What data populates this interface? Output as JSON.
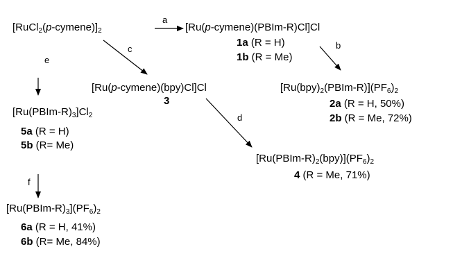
{
  "compounds": {
    "start": {
      "pre": "[RuCl",
      "sub1": "2",
      "mid": "(",
      "ital": "p",
      "post": "-cymene)]",
      "sub2": "2"
    },
    "c1": {
      "pre": "[Ru(",
      "ital": "p",
      "post": "-cymene)(PBIm-R)Cl]Cl"
    },
    "c1a": {
      "num": "1a",
      "desc": " (R = H)"
    },
    "c1b": {
      "num": "1b",
      "desc": " (R = Me)"
    },
    "c3": {
      "pre": "[Ru(",
      "ital": "p",
      "post": "-cymene)(bpy)Cl]Cl"
    },
    "c3num": "3",
    "c2": {
      "pre": "[Ru(bpy)",
      "sub1": "2",
      "post": "(PBIm-R)](PF",
      "sub2": "6",
      "end": ")",
      "sub3": "2"
    },
    "c2a": {
      "num": "2a",
      "desc": " (R = H, 50%)"
    },
    "c2b": {
      "num": "2b",
      "desc": " (R = Me, 72%)"
    },
    "c5": {
      "pre": "[Ru(PBIm-R)",
      "sub1": "3",
      "post": "]Cl",
      "sub2": "2"
    },
    "c5a": {
      "num": "5a",
      "desc": " (R = H)"
    },
    "c5b": {
      "num": "5b",
      "desc": " (R= Me)"
    },
    "c4": {
      "pre": "[Ru(PBIm-R)",
      "sub1": "2",
      "post": "(bpy)](PF",
      "sub2": "6",
      "end": ")",
      "sub3": "2"
    },
    "c4num": {
      "num": "4",
      "desc": " (R = Me, 71%)"
    },
    "c6": {
      "pre": "[Ru(PBIm-R)",
      "sub1": "3",
      "post": "](PF",
      "sub2": "6",
      "end": ")",
      "sub3": "2"
    },
    "c6a": {
      "num": "6a",
      "desc": " (R = H, 41%)"
    },
    "c6b": {
      "num": "6b",
      "desc": " (R= Me, 84%)"
    }
  },
  "step_labels": {
    "a": "a",
    "b": "b",
    "c": "c",
    "d": "d",
    "e": "e",
    "f": "f"
  }
}
